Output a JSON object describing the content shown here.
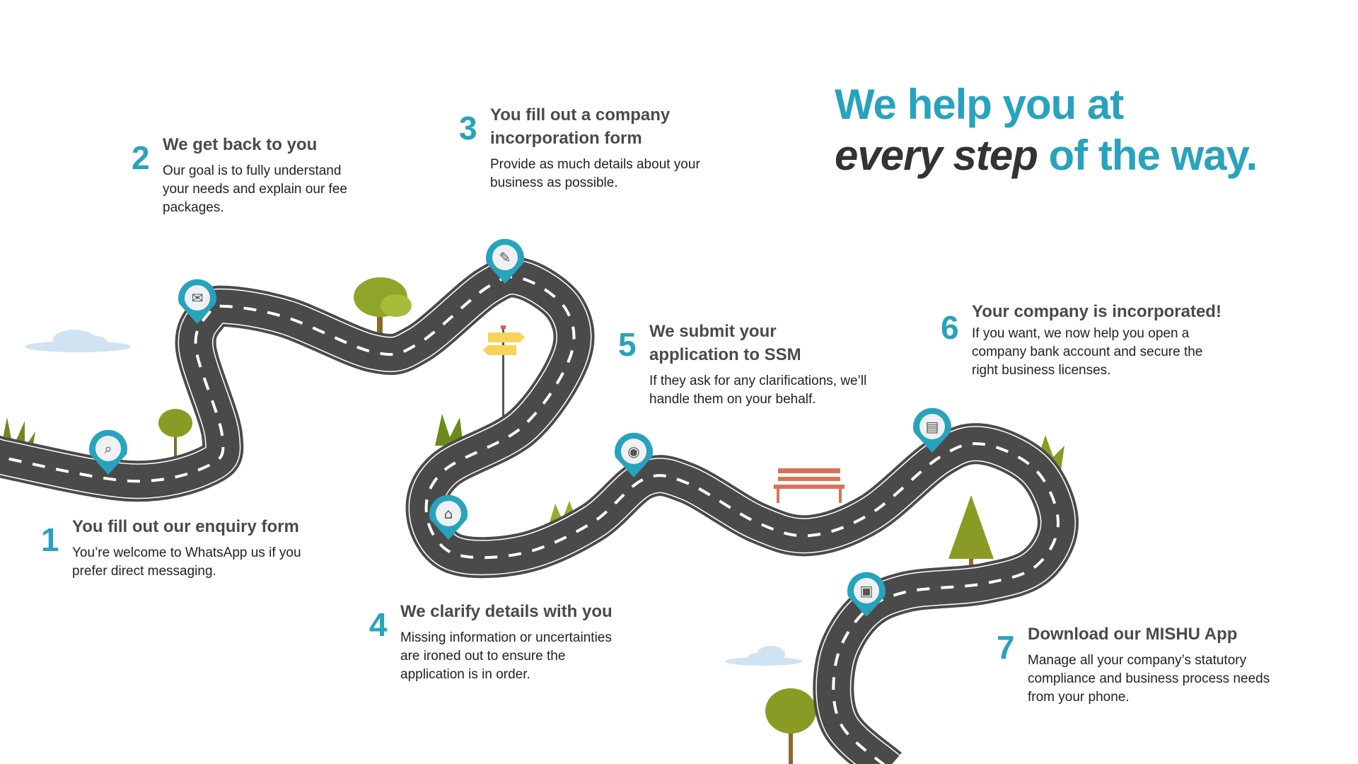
{
  "headline": {
    "line1": "We help you at",
    "emphasis": "every step",
    "rest": "of the way."
  },
  "colors": {
    "accent": "#27a3bd",
    "road": "#4a4a4a",
    "dark_text": "#333333"
  },
  "steps": [
    {
      "number": "1",
      "title": "You fill out our enquiry form",
      "body": "You’re welcome to WhatsApp us if you prefer direct messaging.",
      "icon": "enquiry-form-icon"
    },
    {
      "number": "2",
      "title": "We get back to you",
      "body": "Our goal is to fully understand your needs and explain our fee packages.",
      "icon": "contact-icon"
    },
    {
      "number": "3",
      "title": "You fill out a company incorporation form",
      "body": "Provide as much details about your business as possible.",
      "icon": "form-edit-icon"
    },
    {
      "number": "4",
      "title": "We clarify details with you",
      "body": "Missing information or uncertainties are ironed out to ensure the application is in order.",
      "icon": "institution-icon"
    },
    {
      "number": "5",
      "title": "We submit your application to SSM",
      "body": "If they ask for any clarifications, we’ll handle them on your behalf.",
      "icon": "user-icon"
    },
    {
      "number": "6",
      "title": "Your company is incorporated!",
      "body": "If you want, we now help you open a company bank account and secure the right business licenses.",
      "icon": "certificate-icon"
    },
    {
      "number": "7",
      "title": "Download our MISHU App",
      "body": "Manage all your company’s statutory compliance and business process needs from your phone.",
      "icon": "app-icon"
    }
  ]
}
